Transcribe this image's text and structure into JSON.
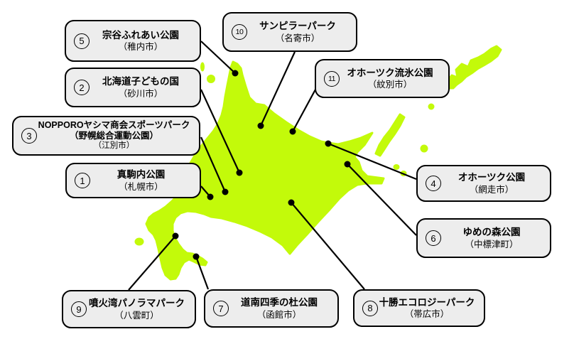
{
  "figure": {
    "description_visible_content_only": true,
    "colors": {
      "map_fill": "#c3fa0a",
      "callout_fill": "#ededed",
      "callout_border": "#000000",
      "connector_line": "#000000",
      "background": "#ffffff"
    }
  },
  "labels": [
    {
      "number": "1",
      "park": "真駒内公園",
      "city": "（札幌市）"
    },
    {
      "number": "2",
      "park": "北海道子どもの国",
      "city": "（砂川市）"
    },
    {
      "number": "3",
      "park": "NOPPOROヤシマ商会スポーツパーク",
      "subtitle": "（野幌総合運動公園）",
      "city": "（江別市）"
    },
    {
      "number": "4",
      "park": "オホーツク公園",
      "city": "（網走市）"
    },
    {
      "number": "5",
      "park": "宗谷ふれあい公園",
      "city": "（稚内市）"
    },
    {
      "number": "6",
      "park": "ゆめの森公園",
      "city": "（中標津町）"
    },
    {
      "number": "7",
      "park": "道南四季の杜公園",
      "city": "（函館市）"
    },
    {
      "number": "8",
      "park": "十勝エコロジーパーク",
      "city": "（帯広市）"
    },
    {
      "number": "9",
      "park": "噴火湾パノラマパーク",
      "city": "（八雲町）"
    },
    {
      "number": "10",
      "park": "サンピラーパーク",
      "city": "（名寄市）"
    },
    {
      "number": "11",
      "park": "オホーツク流氷公園",
      "city": "（紋別市）"
    }
  ]
}
